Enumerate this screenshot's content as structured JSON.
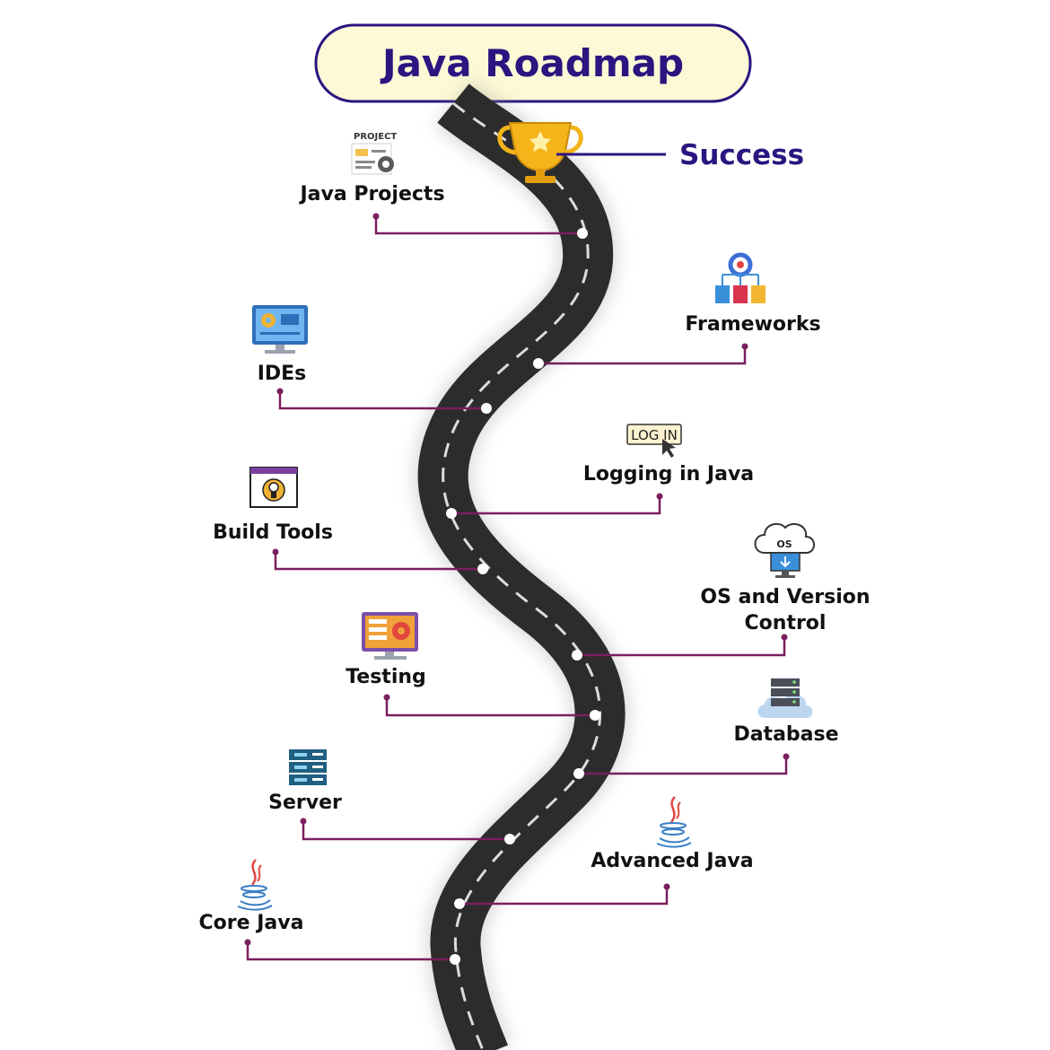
{
  "title": "Java Roadmap",
  "goal": "Success",
  "milestones": {
    "java_projects": "Java Projects",
    "frameworks": "Frameworks",
    "ides": "IDEs",
    "logging": "Logging in Java",
    "build_tools": "Build Tools",
    "os_vc_line1": "OS and Version",
    "os_vc_line2": "Control",
    "testing": "Testing",
    "database": "Database",
    "server": "Server",
    "advanced_java": "Advanced Java",
    "core_java": "Core Java"
  },
  "icons": {
    "project_badge": "PROJECT",
    "login_badge": "LOG IN",
    "os_badge": "OS"
  },
  "colors": {
    "title_text": "#2b1580",
    "title_fill": "#fdf9d6",
    "connector": "#7a1f5e",
    "road": "#2c2c2c",
    "road_dash": "#dcdcdc",
    "trophy": "#f4b41a"
  }
}
